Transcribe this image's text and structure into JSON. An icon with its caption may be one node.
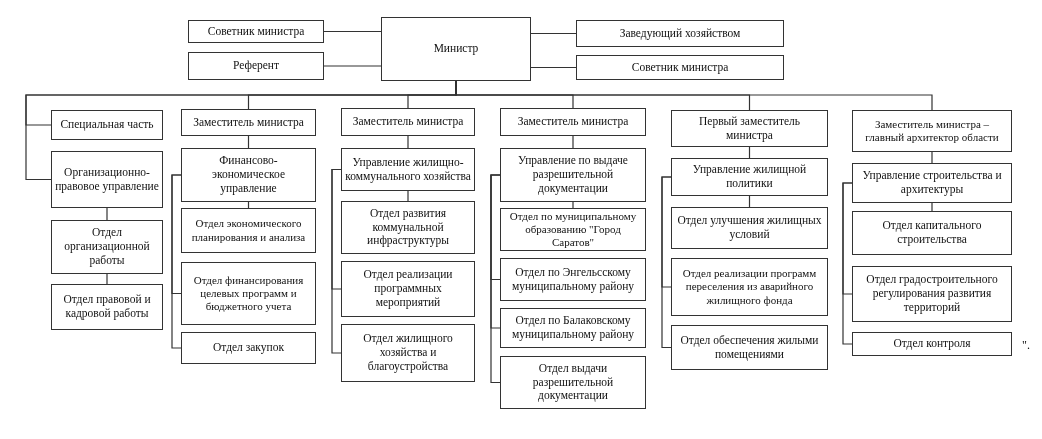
{
  "diagram": {
    "nodes": [
      {
        "text": [
          "Министр"
        ]
      },
      {
        "text": [
          "Советник министра"
        ]
      },
      {
        "text": [
          "Референт"
        ]
      },
      {
        "text": [
          "Заведующий хозяйством"
        ]
      },
      {
        "text": [
          "Советник министра"
        ]
      },
      {
        "text": [
          "Специальная часть"
        ]
      },
      {
        "text": [
          "Организационно-правовое управление"
        ]
      },
      {
        "text": [
          "Отдел организационной работы"
        ]
      },
      {
        "text": [
          "Отдел правовой и кадровой работы"
        ]
      },
      {
        "text": [
          "Заместитель министра"
        ]
      },
      {
        "text": [
          "Финансово-экономическое управление"
        ]
      },
      {
        "text": [
          "Отдел экономического планирования и анализа"
        ]
      },
      {
        "text": [
          "Отдел финансирования целевых программ и бюджетного учета"
        ]
      },
      {
        "text": [
          "Отдел закупок"
        ]
      },
      {
        "text": [
          "Заместитель министра"
        ]
      },
      {
        "text": [
          "Управление жилищно-коммунального хозяйства"
        ]
      },
      {
        "text": [
          "Отдел развития коммунальной инфраструктуры"
        ]
      },
      {
        "text": [
          "Отдел реализации программных мероприятий"
        ]
      },
      {
        "text": [
          "Отдел жилищного хозяйства и благоустройства"
        ]
      },
      {
        "text": [
          "Заместитель министра"
        ]
      },
      {
        "text": [
          "Управление по выдаче разрешительной документации"
        ]
      },
      {
        "text": [
          "Отдел по муниципальному образованию \"Город Саратов\""
        ]
      },
      {
        "text": [
          "Отдел по Энгельсскому муниципальному району"
        ]
      },
      {
        "text": [
          "Отдел по Балаковскому муниципальному району"
        ]
      },
      {
        "text": [
          "Отдел выдачи разрешительной документации"
        ]
      },
      {
        "text": [
          "Первый заместитель министра"
        ]
      },
      {
        "text": [
          "Управление жилищной политики"
        ]
      },
      {
        "text": [
          "Отдел улучшения жилищных условий"
        ]
      },
      {
        "text": [
          "Отдел реализации программ переселения из аварийного жилищного фонда"
        ]
      },
      {
        "text": [
          "Отдел обеспечения жилыми помещениями"
        ]
      },
      {
        "text": [
          "Заместитель министра – главный архитектор области"
        ]
      },
      {
        "text": [
          "Управление строительства и архитектуры"
        ]
      },
      {
        "text": [
          "Отдел капитального строительства"
        ]
      },
      {
        "text": [
          "Отдел градостроительного регулирования развития территорий"
        ]
      },
      {
        "text": [
          "Отдел контроля"
        ]
      }
    ],
    "edges": [
      {
        "from": 0,
        "to": 1,
        "arrow": "none"
      },
      {
        "from": 0,
        "to": 2,
        "arrow": "none"
      },
      {
        "from": 0,
        "to": 3,
        "arrow": "none"
      },
      {
        "from": 0,
        "to": 4,
        "arrow": "none"
      },
      {
        "from": 0,
        "to": 5,
        "arrow": "none"
      },
      {
        "from": 0,
        "to": 6,
        "arrow": "none"
      },
      {
        "from": 0,
        "to": 9,
        "arrow": "none"
      },
      {
        "from": 0,
        "to": 14,
        "arrow": "none"
      },
      {
        "from": 0,
        "to": 19,
        "arrow": "none"
      },
      {
        "from": 0,
        "to": 25,
        "arrow": "none"
      },
      {
        "from": 0,
        "to": 30,
        "arrow": "none"
      },
      {
        "from": 6,
        "to": 7,
        "arrow": "none"
      },
      {
        "from": 7,
        "to": 8,
        "arrow": "none"
      },
      {
        "from": 9,
        "to": 10,
        "arrow": "none"
      },
      {
        "from": 10,
        "to": 11,
        "arrow": "none"
      },
      {
        "from": 10,
        "to": 12,
        "arrow": "none"
      },
      {
        "from": 10,
        "to": 13,
        "arrow": "none"
      },
      {
        "from": 14,
        "to": 15,
        "arrow": "none"
      },
      {
        "from": 15,
        "to": 16,
        "arrow": "none"
      },
      {
        "from": 15,
        "to": 17,
        "arrow": "none"
      },
      {
        "from": 15,
        "to": 18,
        "arrow": "none"
      },
      {
        "from": 19,
        "to": 20,
        "arrow": "none"
      },
      {
        "from": 20,
        "to": 21,
        "arrow": "none"
      },
      {
        "from": 20,
        "to": 22,
        "arrow": "none"
      },
      {
        "from": 20,
        "to": 23,
        "arrow": "none"
      },
      {
        "from": 20,
        "to": 24,
        "arrow": "none"
      },
      {
        "from": 25,
        "to": 26,
        "arrow": "none"
      },
      {
        "from": 26,
        "to": 27,
        "arrow": "none"
      },
      {
        "from": 26,
        "to": 28,
        "arrow": "none"
      },
      {
        "from": 26,
        "to": 29,
        "arrow": "none"
      },
      {
        "from": 30,
        "to": 31,
        "arrow": "none"
      },
      {
        "from": 31,
        "to": 32,
        "arrow": "none"
      },
      {
        "from": 31,
        "to": 33,
        "arrow": "none"
      },
      {
        "from": 31,
        "to": 34,
        "arrow": "none"
      }
    ],
    "labels": [
      "\"."
    ]
  }
}
